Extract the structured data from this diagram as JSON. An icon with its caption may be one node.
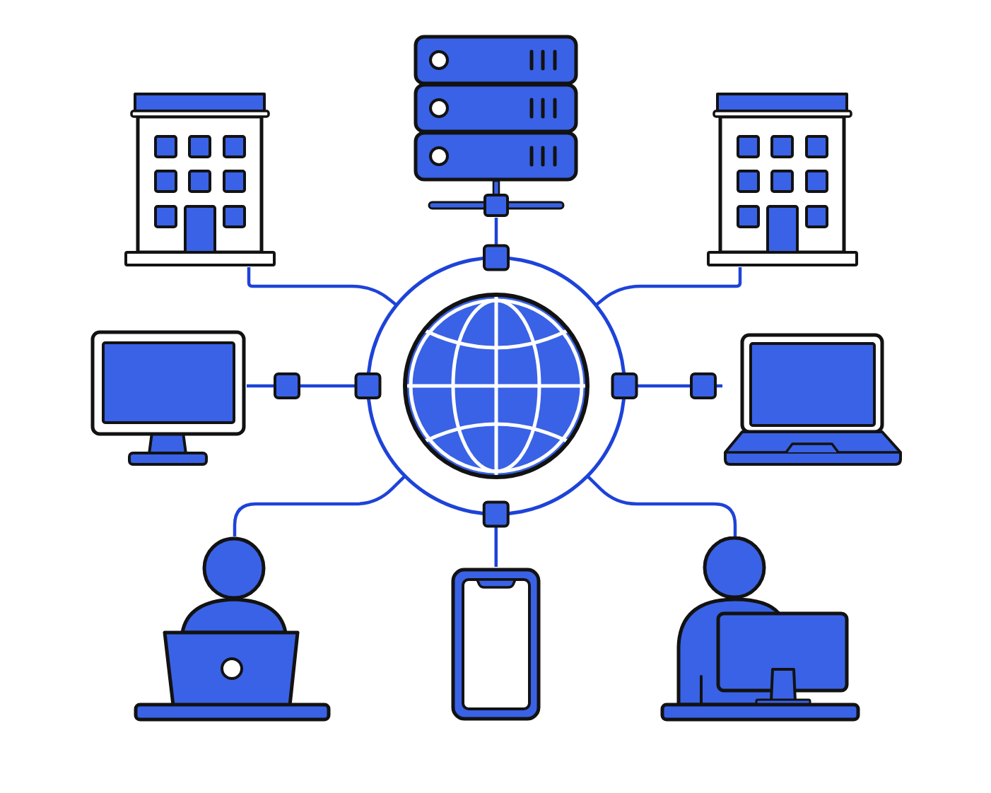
{
  "diagram": {
    "nodes": [
      {
        "text": [],
        "shape": "picture"
      },
      {
        "text": [],
        "shape": "picture"
      },
      {
        "text": [],
        "shape": "picture"
      },
      {
        "text": [],
        "shape": "circle"
      },
      {
        "text": [],
        "shape": "picture",
        "in": 3
      },
      {
        "text": [],
        "shape": "picture"
      },
      {
        "text": [],
        "shape": "picture"
      },
      {
        "text": [],
        "shape": "person"
      },
      {
        "text": [],
        "shape": "picture"
      },
      {
        "text": [],
        "shape": "person"
      }
    ],
    "edges": [
      {
        "from": 3,
        "to": 0,
        "arrow": "other"
      },
      {
        "from": 3,
        "to": 1,
        "arrow": "none"
      },
      {
        "from": 3,
        "to": 2,
        "arrow": "none"
      },
      {
        "from": 3,
        "to": 5,
        "arrow": "other"
      },
      {
        "from": 3,
        "to": 6,
        "arrow": "other"
      },
      {
        "from": 3,
        "to": 7,
        "arrow": "none"
      },
      {
        "from": 3,
        "to": 8,
        "arrow": "other"
      },
      {
        "from": 3,
        "to": 9,
        "arrow": "none"
      }
    ]
  }
}
